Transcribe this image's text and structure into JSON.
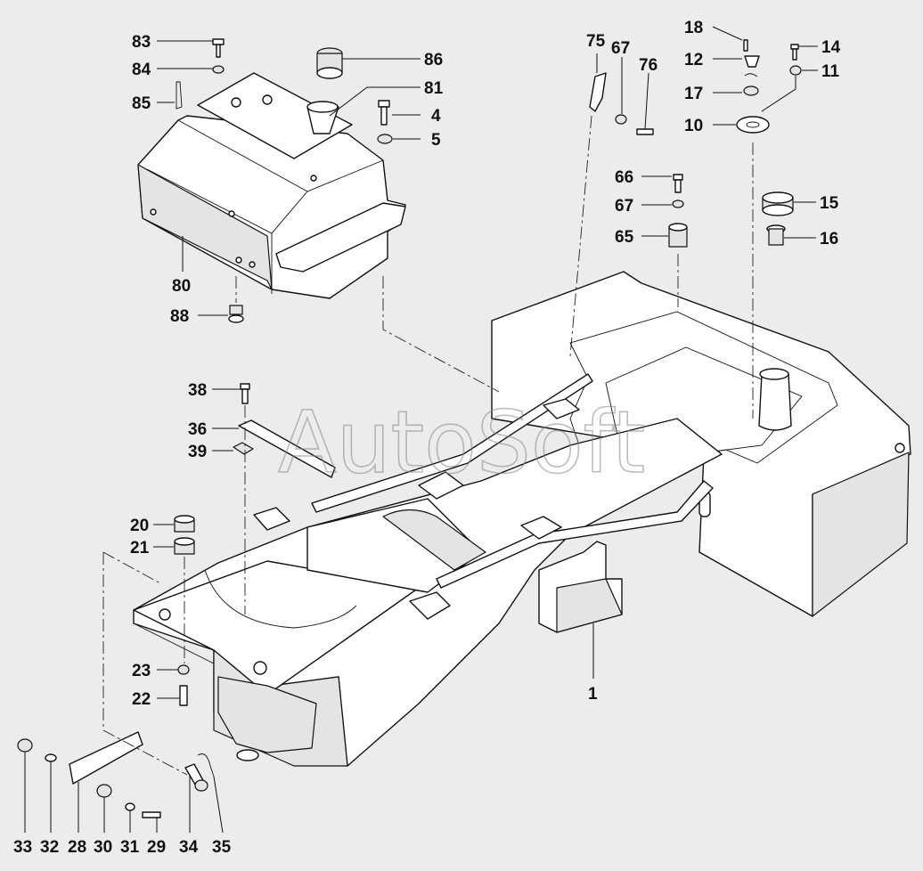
{
  "watermark": "AutoSoft",
  "callouts": [
    {
      "id": "c83",
      "text": "83"
    },
    {
      "id": "c84",
      "text": "84"
    },
    {
      "id": "c85",
      "text": "85"
    },
    {
      "id": "c86",
      "text": "86"
    },
    {
      "id": "c81",
      "text": "81"
    },
    {
      "id": "c4",
      "text": "4"
    },
    {
      "id": "c5",
      "text": "5"
    },
    {
      "id": "c80",
      "text": "80"
    },
    {
      "id": "c88",
      "text": "88"
    },
    {
      "id": "c75",
      "text": "75"
    },
    {
      "id": "c67a",
      "text": "67"
    },
    {
      "id": "c76",
      "text": "76"
    },
    {
      "id": "c18",
      "text": "18"
    },
    {
      "id": "c12",
      "text": "12"
    },
    {
      "id": "c17",
      "text": "17"
    },
    {
      "id": "c10",
      "text": "10"
    },
    {
      "id": "c14",
      "text": "14"
    },
    {
      "id": "c11",
      "text": "11"
    },
    {
      "id": "c66",
      "text": "66"
    },
    {
      "id": "c67b",
      "text": "67"
    },
    {
      "id": "c65",
      "text": "65"
    },
    {
      "id": "c15",
      "text": "15"
    },
    {
      "id": "c16",
      "text": "16"
    },
    {
      "id": "c38",
      "text": "38"
    },
    {
      "id": "c36",
      "text": "36"
    },
    {
      "id": "c39",
      "text": "39"
    },
    {
      "id": "c20",
      "text": "20"
    },
    {
      "id": "c21",
      "text": "21"
    },
    {
      "id": "c23",
      "text": "23"
    },
    {
      "id": "c22",
      "text": "22"
    },
    {
      "id": "c1",
      "text": "1"
    },
    {
      "id": "c33",
      "text": "33"
    },
    {
      "id": "c32",
      "text": "32"
    },
    {
      "id": "c28",
      "text": "28"
    },
    {
      "id": "c30",
      "text": "30"
    },
    {
      "id": "c31",
      "text": "31"
    },
    {
      "id": "c29",
      "text": "29"
    },
    {
      "id": "c34",
      "text": "34"
    },
    {
      "id": "c35",
      "text": "35"
    }
  ]
}
